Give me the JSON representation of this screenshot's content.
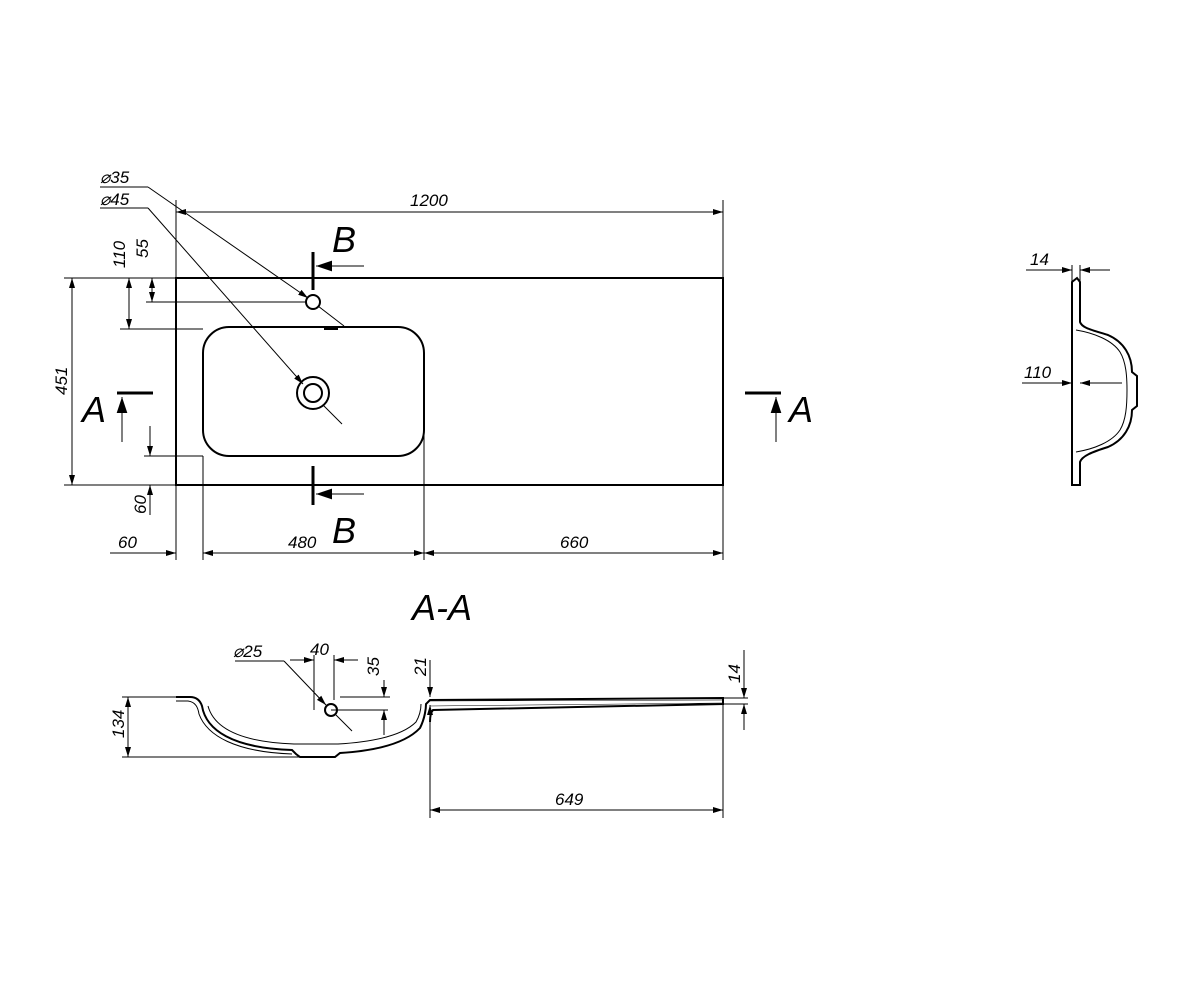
{
  "plan_view": {
    "dimensions": {
      "overall_length": "1200",
      "overall_depth": "451",
      "left_margin": "60",
      "bowl_width": "480",
      "right_deck": "660",
      "tap_hole_offset": "110",
      "overflow_offset": "55",
      "front_margin": "60",
      "tap_hole_diameter": "35",
      "drain_diameter": "45"
    },
    "section_marks": {
      "a_left": "A",
      "a_right": "A",
      "b_top": "B",
      "b_bottom": "B"
    }
  },
  "section_view": {
    "title": "A-A",
    "dimensions": {
      "overflow_diameter": "25",
      "overflow_width": "40",
      "overflow_height": "35",
      "deck_step": "21",
      "deck_thickness": "14",
      "bowl_depth": "134",
      "deck_length": "649"
    }
  },
  "side_view": {
    "dimensions": {
      "wall_thickness": "14",
      "bowl_height": "110"
    }
  }
}
